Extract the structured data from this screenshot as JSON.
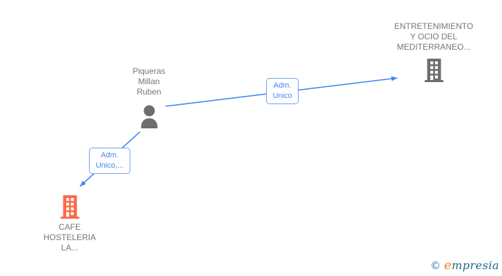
{
  "colors": {
    "text_gray": "#757575",
    "icon_gray": "#6E6E6E",
    "icon_orange": "#FA6A4A",
    "arrow_blue": "#4285F4",
    "label_border_blue": "#6FA3EE",
    "label_text_blue": "#4285F4",
    "logo_copyright_blue": "#2E7FA8",
    "logo_orange": "#EE8822",
    "logo_teal": "#1C6C86"
  },
  "nodes": {
    "person": {
      "type": "person",
      "name_lines": [
        "Piqueras",
        "Millan",
        "Ruben"
      ]
    },
    "company_top": {
      "type": "company",
      "name_lines": [
        "ENTRETENIMIENTO",
        "Y OCIO DEL",
        "MEDITERRANEO..."
      ]
    },
    "company_bottom": {
      "type": "company",
      "name_lines": [
        "CAFE",
        "HOSTELERIA",
        "LA..."
      ]
    }
  },
  "edges": [
    {
      "from": "person",
      "to": "company_top",
      "label_lines": [
        "Adm.",
        "Unico"
      ]
    },
    {
      "from": "person",
      "to": "company_bottom",
      "label_lines": [
        "Adm.",
        "Unico,..."
      ]
    }
  ],
  "logo": {
    "copyright": "©",
    "brand_initial": "e",
    "brand_rest": "mpresia"
  }
}
